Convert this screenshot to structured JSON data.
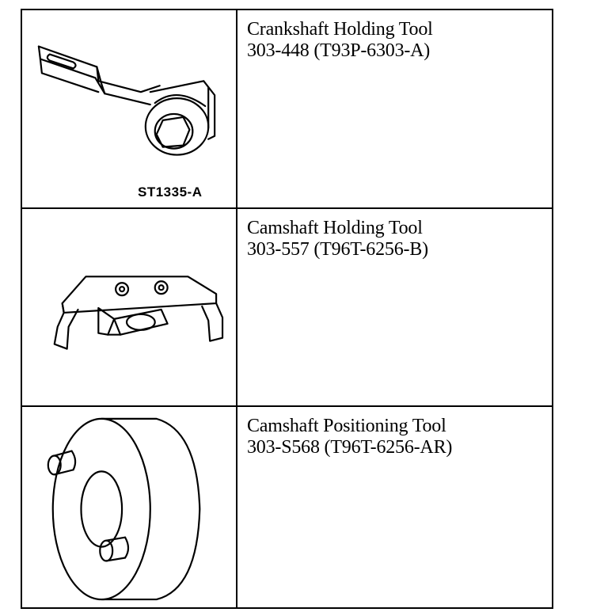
{
  "tools": [
    {
      "name": "Crankshaft Holding Tool",
      "part": "303-448 (T93P-6303-A)",
      "figure_id": "ST1335-A",
      "illustration": "crankshaft-holding-tool-illustration"
    },
    {
      "name": "Camshaft Holding Tool",
      "part": "303-557 (T96T-6256-B)",
      "illustration": "camshaft-holding-tool-illustration"
    },
    {
      "name": "Camshaft Positioning Tool",
      "part": "303-S568 (T96T-6256-AR)",
      "illustration": "camshaft-positioning-tool-illustration"
    }
  ]
}
